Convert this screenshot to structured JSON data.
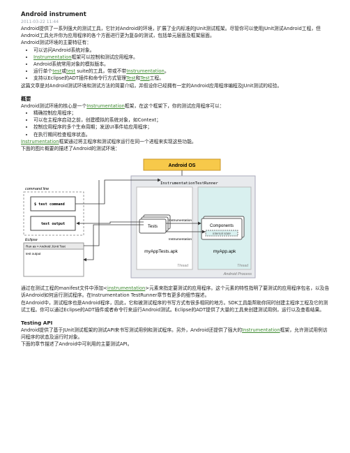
{
  "article": {
    "title": "Android instrument",
    "date": "2011-03-22 11:44",
    "intro": {
      "p1": "Android提供了一系列强大的测试工具，它针对Android的环境，扩展了业内标准的JUnit测试框架。尽管你可以使用JUnit测试Android工程，但Android工具允许你为应用程序的各个方面进行更为复杂的测试，包括单元层面及框架层面。",
      "p2": "Android测试环境的主要特征有：",
      "bullets": [
        {
          "pre": "可以访问Android系统对象。",
          "link": "",
          "post": ""
        },
        {
          "pre": "",
          "link": "Instrumentation",
          "post": "框架可以控制和测试应用程序。"
        },
        {
          "pre": "Android系统常用对象的模拟版本。",
          "link": "",
          "post": ""
        },
        {
          "pre": "运行单个",
          "link": "test",
          "mid": "或",
          "link2": "test",
          "post": " suite的工具，带或不带",
          "link3": "Instrumentation",
          "post2": "。"
        },
        {
          "pre": "支持以Eclipse的ADT插件和命令行方式管理",
          "link": "Test",
          "mid": "和",
          "link2": "Test",
          "post": "工程。"
        }
      ],
      "p3": "这篇文章是对Android测试环境和测试方法的简要介绍，并假设你已经拥有一定的Android应用程序编程及JUnit测试的经验。"
    },
    "overview": {
      "heading": "概要",
      "p1_pre": "Android测试环境的核心是一个",
      "p1_link": "Instrumentation",
      "p1_post": "框架，在这个框架下，你的测试应用程序可以：",
      "bullets": [
        "精确控制应用程序；",
        "可以在主程序启动之前，创建模拟的系统对象，如Context；",
        "控制应用程序的多个生命周期；发送UI事件给应用程序；",
        "在执行期间检查程序状态。"
      ],
      "p2_link": "Instrumentation",
      "p2_post": "框架通过将主程序和测试程序运行在同一个进程来实现这些功能。",
      "p3": "下面的图片概要的描述了Android的测试环境："
    },
    "figure": {
      "android_os": "Android OS",
      "runner": "InstrumentationTestRunner",
      "command_line": "command line",
      "test_command": "$ test command",
      "test_output": "test output",
      "eclipse": "Eclipse",
      "run_as": "Run as > Android JUnit Test",
      "test_output_small": "test output",
      "tests": "Tests",
      "instrumentation1": "Instrumentation",
      "instrumentation2": "Instrumentation",
      "components": "Components",
      "internal_state": "internal state",
      "myapptests": "myAppTests.apk",
      "myapp": "myApp.apk",
      "thread1": "Thread",
      "thread2": "Thread",
      "process": "Android Process"
    },
    "after": {
      "p1_pre": "通过在测试工程的manifest文件中添加<",
      "p1_link": "instrumentation",
      "p1_post": ">元素来指定要测试的应用程序。这个元素的特性指明了要测试的应用程序包名，以及告诉Android如何运行测试程序。在Instrumentation TestRunner章节有更多的细节描述。",
      "p2": "在Android中，测试程序也是Android程序，因此，它和被测试程序的书写方式有很多相同的地方。SDK工具能帮助你同时创建主程序工程及它的测试工程。你可以通过Eclipse的ADT插件或者命令行来运行Android测试。Eclipse的ADT提供了大量的工具来创建测试用例，运行以及查看结果。"
    },
    "testing_api": {
      "heading": "Testing API",
      "p1_pre": "Android提供了基于JUnit测试框架的测试API来书写测试用例和测试程序。另外，Android还提供了强大的",
      "p1_link": "Instrumentation",
      "p1_post": "框架，允许测试用例访问程序的状态及运行时对象。",
      "p2": "下面的章节描述了Android中可利用的主要测试API。"
    }
  }
}
